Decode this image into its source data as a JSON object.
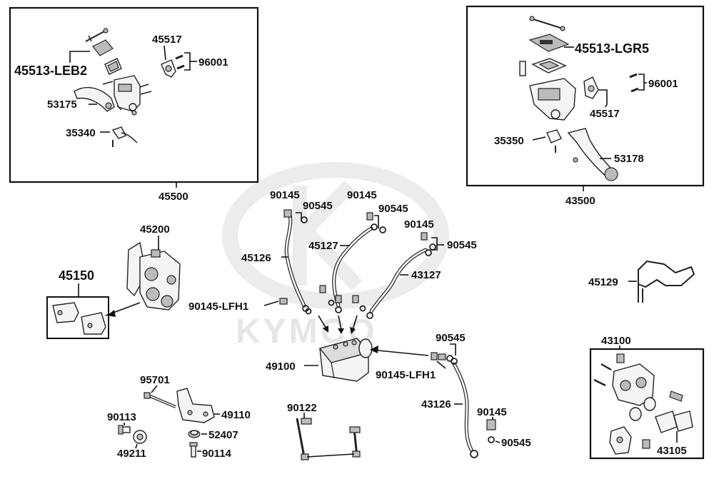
{
  "watermark": {
    "brand": "KYMCO"
  },
  "assemblies": {
    "left_master_cylinder": "45500",
    "right_master_cylinder": "43500"
  },
  "labels": {
    "p45513_leb2": "45513-LEB2",
    "p45517_l": "45517",
    "p96001_l": "96001",
    "p53175": "53175",
    "p35340": "35340",
    "p45513_lgr5": "45513-LGR5",
    "p96001_r": "96001",
    "p45517_r": "45517",
    "p35350": "35350",
    "p53178": "53178",
    "p45200": "45200",
    "p45150": "45150",
    "p90145_a": "90145",
    "p90545_a": "90545",
    "p45126": "45126",
    "p90145_b": "90145",
    "p90545_b": "90545",
    "p45127": "45127",
    "p90145_c": "90145",
    "p90545_c": "90545",
    "p43127": "43127",
    "p90145_lfh1_a": "90145-LFH1",
    "p49100": "49100",
    "p90545_d": "90545",
    "p90145_lfh1_b": "90145-LFH1",
    "p43126": "43126",
    "p90145_d": "90145",
    "p90545_e": "90545",
    "p45129": "45129",
    "p43100": "43100",
    "p43105": "43105",
    "p95701": "95701",
    "p49110": "49110",
    "p90113": "90113",
    "p52407": "52407",
    "p49211": "49211",
    "p90114": "90114",
    "p90122": "90122"
  }
}
